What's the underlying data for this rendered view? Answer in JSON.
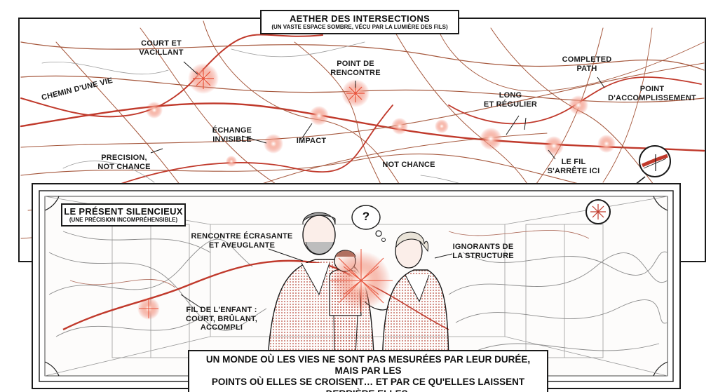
{
  "top_panel": {
    "title": "Aether des intersections",
    "subtitle": "(Un vaste espace sombre, vécu par la lumière des fils)",
    "labels": {
      "court_line1": "Court et",
      "court_line2": "vacillant",
      "chemin": "Chemin d'une vie",
      "point_line1": "Point de",
      "point_line2": "rencontre",
      "completed_line1": "Completed",
      "completed_line2": "path",
      "accomp_line1": "Point",
      "accomp_line2": "d'accomplissement",
      "long_line1": "Long",
      "long_line2": "et régulier",
      "echange_line1": "Échange",
      "echange_line2": "invisible",
      "impact": "Impact",
      "precision_line1": "Precision,",
      "precision_line2": "not chance",
      "not_chance": "Not chance",
      "fil_line1": "Le fil",
      "fil_line2": "s'arrête ici"
    }
  },
  "bottom_panel": {
    "title": "Le présent silencieux",
    "subtitle": "(Une précision incompréhensible)",
    "labels": {
      "rencontre_line1": "Rencontre écrasante",
      "rencontre_line2": "et aveuglante",
      "ignorants_line1": "Ignorants de",
      "ignorants_line2": "la structure",
      "fil_enfant_line1": "Fil de l'enfant :",
      "fil_enfant_line2": "court, brûlant,",
      "fil_enfant_line3": "accompli"
    },
    "thought_bubble": "?",
    "caption_line1": "Un monde où les vies ne sont pas mesurées par leur durée, mais par les",
    "caption_line2": "points où elles se croisent… et par ce qu'elles laissent derrière elles."
  },
  "colors": {
    "ink": "#1a1a1a",
    "thread_red": "#c0392b",
    "glow": "#e8523a",
    "muted_red": "#a5573c",
    "grey_thread": "#8a8a8a",
    "paper": "#ffffff"
  },
  "icons": [
    "spark-burst-icon",
    "magnifier-circle-icon",
    "thought-bubble-icon"
  ]
}
